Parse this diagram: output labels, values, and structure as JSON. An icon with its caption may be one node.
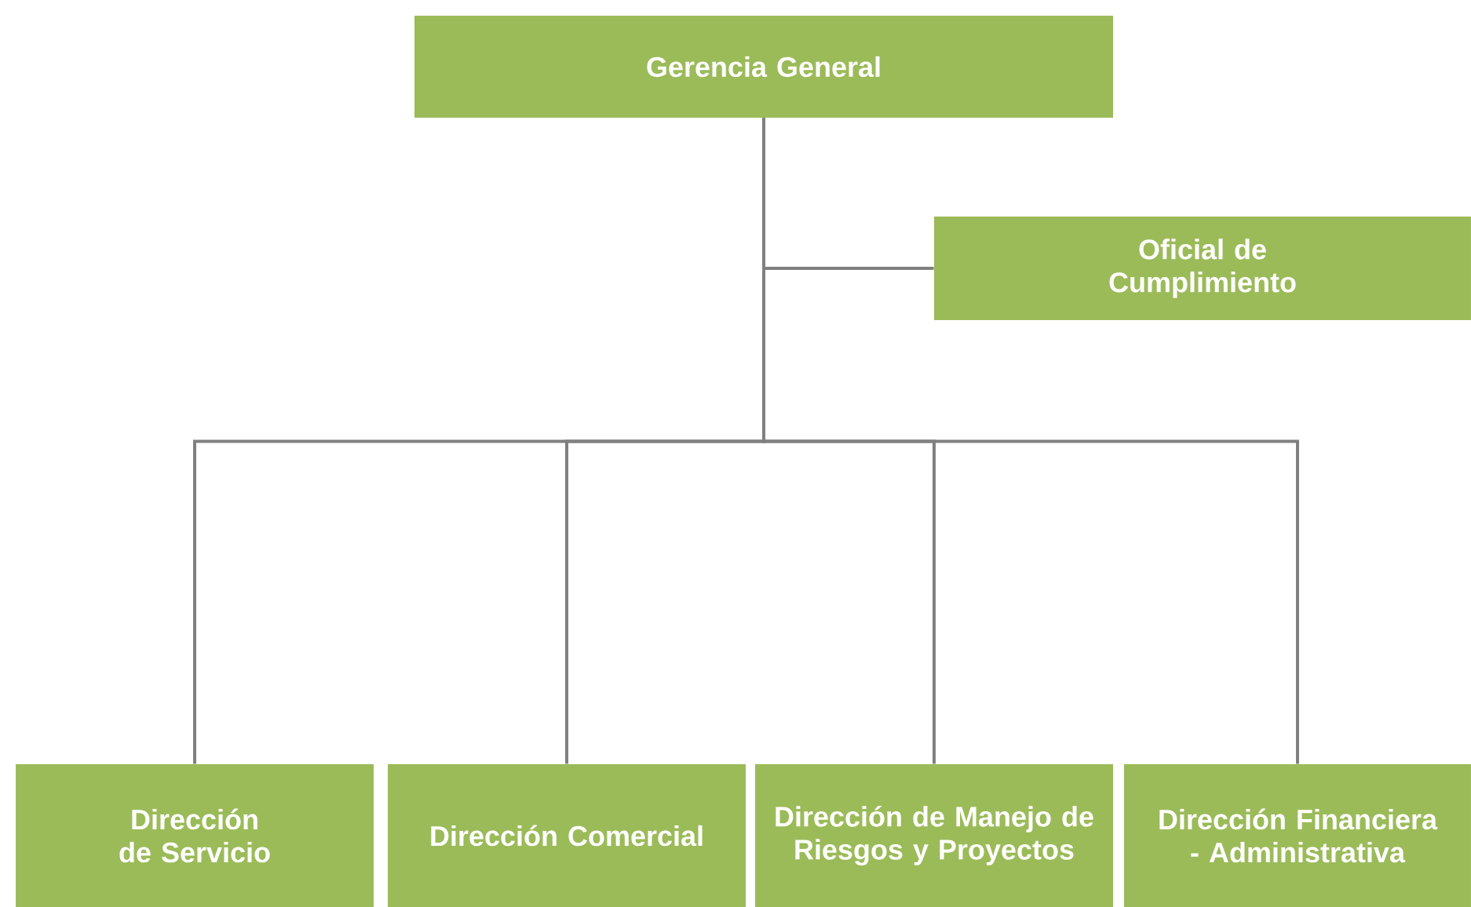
{
  "diagram": {
    "nodes": [
      {
        "text": [
          "Gerencia General"
        ]
      },
      {
        "text": [
          "Oficial de Cumplimiento"
        ]
      },
      {
        "text": [
          "Dirección de Servicio"
        ]
      },
      {
        "text": [
          "Dirección Comercial"
        ]
      },
      {
        "text": [
          "Dirección de Manejo de Riesgos y Proyectos"
        ]
      },
      {
        "text": [
          "Dirección Financiera - Administrativa"
        ]
      }
    ],
    "edges": [
      {
        "from": 0,
        "to": 1,
        "arrow": "none"
      },
      {
        "from": 0,
        "to": 2,
        "arrow": "none"
      },
      {
        "from": 0,
        "to": 3,
        "arrow": "none"
      },
      {
        "from": 0,
        "to": 4,
        "arrow": "none"
      },
      {
        "from": 0,
        "to": 5,
        "arrow": "none"
      }
    ]
  }
}
